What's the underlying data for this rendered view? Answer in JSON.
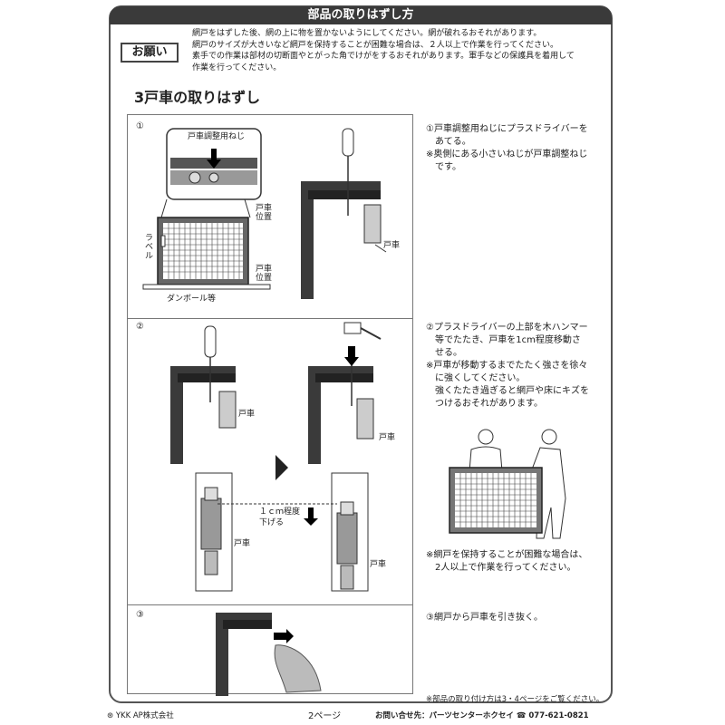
{
  "header": {
    "title": "部品の取りはずし方"
  },
  "notice": {
    "label": "お願い",
    "lines": [
      "網戸をはずした後、網の上に物を置かないようにしてください。網が破れるおそれがあります。",
      "網戸のサイズが大きいなど網戸を保持することが困難な場合は、２人以上で作業を行ってください。",
      "素手での作業は部材の切断面やとがった角でけがをするおそれがあります。軍手などの保護具を着用して",
      "作業を行ってください。"
    ]
  },
  "section": {
    "title": "3戸車の取りはずし"
  },
  "steps": {
    "s1": {
      "num": "①",
      "lines": [
        "①戸車調整用ねじにプラスドライバーを",
        "　あてる。",
        "※奥側にある小さいねじが戸車調整ねじ",
        "　です。"
      ]
    },
    "s2": {
      "num": "②",
      "lines": [
        "②プラスドライバーの上部を木ハンマー",
        "　等でたたき、戸車を1cm程度移動さ",
        "　せる。",
        "※戸車が移動するまでたたく強さを徐々",
        "　に強くしてください。",
        "　強くたたき過ぎると網戸や床にキズを",
        "　つけるおそれがあります。"
      ]
    },
    "s2b": {
      "lines": [
        "※網戸を保持することが困難な場合は、",
        "　2人以上で作業を行ってください。"
      ]
    },
    "s3": {
      "num": "③",
      "lines": [
        "③網戸から戸車を引き抜く。"
      ]
    }
  },
  "labels": {
    "adjust_screw": "戸車調整用ねじ",
    "roller_pos": "戸車位置",
    "label_v": "ラベル",
    "cardboard": "ダンボール等",
    "roller": "戸車",
    "move_1cm": "１ｃｍ程度",
    "lower": "下げる"
  },
  "footer": {
    "company": "YKK AP株式会社",
    "page": "2ページ",
    "contact": "お問い合せ先：パーツセンターホクセイ",
    "phone": "077-621-0821",
    "note": "※部品の取り付け方は3・4ページをご覧ください。"
  }
}
